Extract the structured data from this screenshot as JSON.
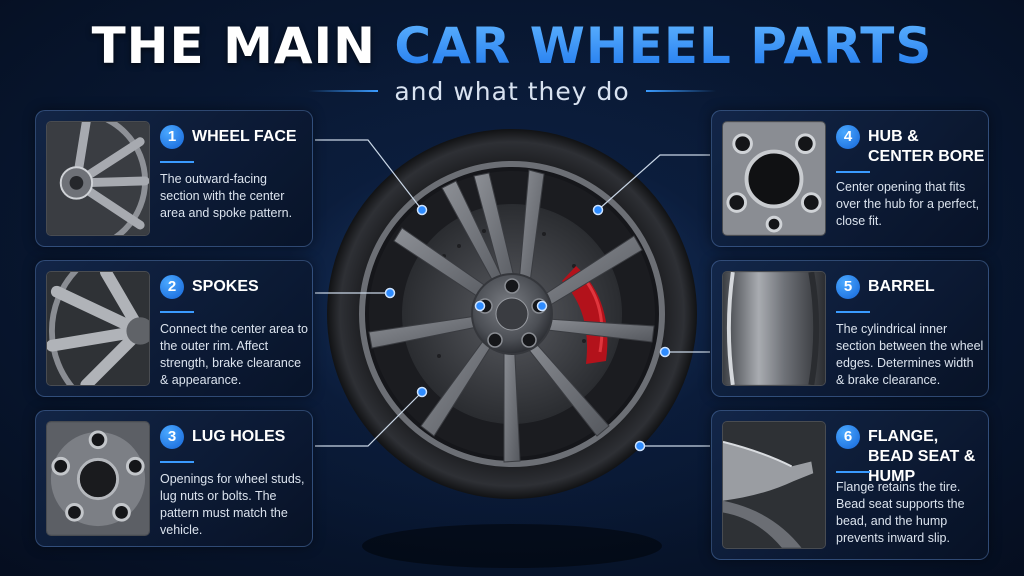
{
  "title": {
    "part1": "THE MAIN ",
    "part2": "CAR WHEEL PARTS"
  },
  "subtitle": "and what they do",
  "colors": {
    "accent": "#3a9bff",
    "background": "#07142b",
    "caliper": "#b3121b"
  },
  "parts": [
    {
      "number": "1",
      "title": "WHEEL FACE",
      "description": "The outward-facing section with the center area and spoke pattern.",
      "icon": "wheel-face-thumbnail"
    },
    {
      "number": "2",
      "title": "SPOKES",
      "description": "Connect the center area to the outer rim. Affect strength, brake clearance & appearance.",
      "icon": "spokes-thumbnail"
    },
    {
      "number": "3",
      "title": "LUG HOLES",
      "description": "Openings for wheel studs, lug nuts or bolts. The pattern must match the vehicle.",
      "icon": "lug-holes-thumbnail"
    },
    {
      "number": "4",
      "title": "HUB & CENTER BORE",
      "description": "Center opening that fits over the hub for a perfect, close fit.",
      "icon": "hub-center-bore-thumbnail"
    },
    {
      "number": "5",
      "title": "BARREL",
      "description": "The cylindrical inner section between the wheel edges. Determines width & brake clearance.",
      "icon": "barrel-thumbnail"
    },
    {
      "number": "6",
      "title": "FLANGE, BEAD SEAT & HUMP",
      "description": "Flange retains the tire. Bead seat supports the bead, and the hump prevents inward slip.",
      "icon": "flange-thumbnail"
    }
  ]
}
